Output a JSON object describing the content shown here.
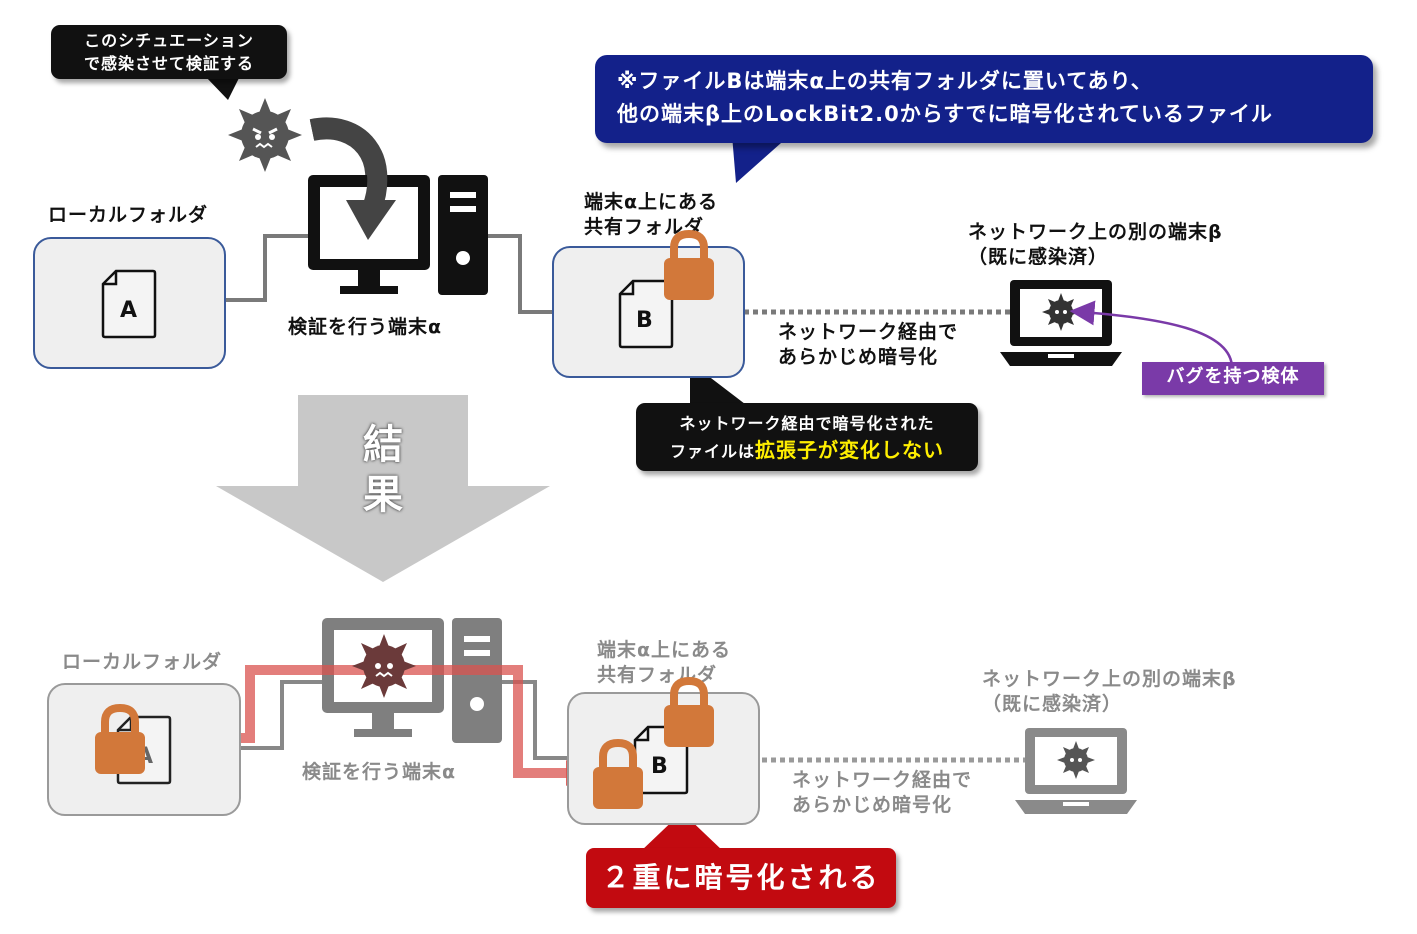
{
  "callout_test": [
    "このシチュエーション",
    "で感染させて検証する"
  ],
  "note": [
    "※ファイルBは端末α上の共有フォルダに置いてあり、",
    "他の端末β上のLockBit2.0からすでに暗号化されているファイル"
  ],
  "before": {
    "local_folder_label": "ローカルフォルダ",
    "file_a": "A",
    "terminal_label": "検証を行う端末α",
    "shared_folder_label": [
      "端末α上にある",
      "共有フォルダ"
    ],
    "file_b": "B",
    "remote_label": [
      "ネットワーク上の別の端末β",
      "（既に感染済）"
    ],
    "network_label": [
      "ネットワーク経由で",
      "あらかじめ暗号化"
    ],
    "bug_tag": "バグを持つ検体",
    "extension_callout": {
      "line1": "ネットワーク経由で暗号化された",
      "line2_prefix": "ファイルは",
      "line2_highlight": "拡張子が変化しない"
    }
  },
  "result_label": [
    "結",
    "果"
  ],
  "after": {
    "local_folder_label": "ローカルフォルダ",
    "file_a": "A",
    "terminal_label": "検証を行う端末α",
    "shared_folder_label": [
      "端末α上にある",
      "共有フォルダ"
    ],
    "file_b": "B",
    "remote_label": [
      "ネットワーク上の別の端末β",
      "（既に感染済）"
    ],
    "network_label": [
      "ネットワーク経由で",
      "あらかじめ暗号化"
    ],
    "double_encryption": "２重に暗号化される"
  },
  "colors": {
    "note_bg": "#13218a",
    "lock": "#d2783a",
    "red_path": "#d9534f",
    "banner": "#c20a10",
    "bug_tag": "#7a3aa8",
    "highlight": "#ffef00",
    "arrow_gray": "#c8c8c8"
  }
}
